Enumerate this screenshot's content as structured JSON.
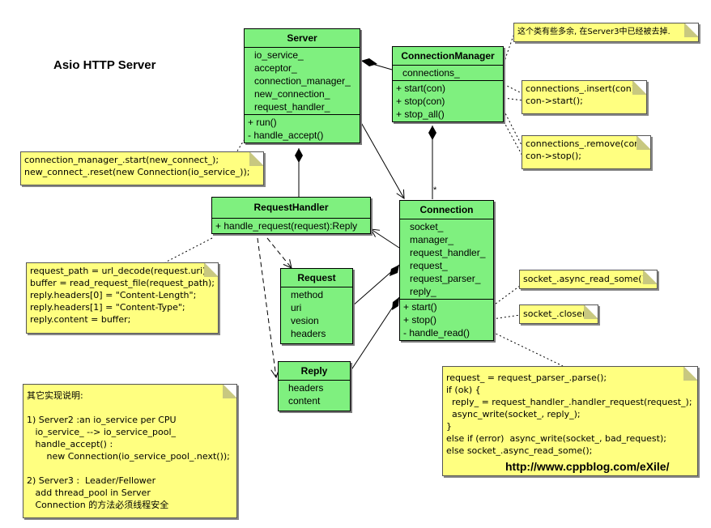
{
  "title": "Asio HTTP Server",
  "url": "http://www.cppblog.com/eXile/",
  "multiplicity": "*",
  "classes": {
    "server": {
      "name": "Server",
      "attributes": [
        "io_service_",
        "acceptor_",
        "connection_manager_",
        "new_connection_",
        "request_handler_"
      ],
      "operations": [
        "+ run()",
        "- handle_accept()"
      ]
    },
    "connection_manager": {
      "name": "ConnectionManager",
      "attributes": [
        "connections_"
      ],
      "operations": [
        "+ start(con)",
        "+ stop(con)",
        "+ stop_all()"
      ]
    },
    "request_handler": {
      "name": "RequestHandler",
      "operations": [
        "+ handle_request(request):Reply"
      ]
    },
    "connection": {
      "name": "Connection",
      "attributes": [
        "socket_",
        "manager_",
        "request_handler_",
        "request_",
        "request_parser_",
        "reply_"
      ],
      "operations": [
        "+ start()",
        "+ stop()",
        "- handle_read()"
      ]
    },
    "request": {
      "name": "Request",
      "attributes": [
        "method",
        "uri",
        "vesion",
        "headers"
      ]
    },
    "reply": {
      "name": "Reply",
      "attributes": [
        "headers",
        "content"
      ]
    }
  },
  "notes": {
    "cm_note": "这个类有些多余, 在Server3中已经被去掉.",
    "insert_note": "connections_.insert(con);\ncon->start();",
    "remove_note": "connections_.remove(con);\ncon->stop();",
    "accept_note": "connection_manager_.start(new_connect_);\nnew_connect_.reset(new Connection(io_service_));",
    "handle_request_note": "request_path = url_decode(request.uri);\nbuffer = read_request_file(request_path);\nreply.headers[0] = \"Content-Length\";\nreply.headers[1] = \"Content-Type\";\nreply.content = buffer;",
    "async_read_note": "socket_.async_read_some();",
    "close_note": "socket_.close();",
    "handle_read_note": "request_ = request_parser_.parse();\nif (ok) {\n  reply_ = request_handler_.handler_request(request_);\n  async_write(socket_, reply_);\n}\nelse if (error)  async_write(socket_, bad_request);\nelse socket_.async_read_some();",
    "impl_note": "其它实现说明:\n\n1) Server2 :an io_service per CPU\n   io_service_ --> io_service_pool_\n   handle_accept() :\n       new Connection(io_service_pool_.next());\n\n2) Server3 :  Leader/Fellower\n   add thread_pool in Server\n   Connection 的方法必须线程安全"
  }
}
